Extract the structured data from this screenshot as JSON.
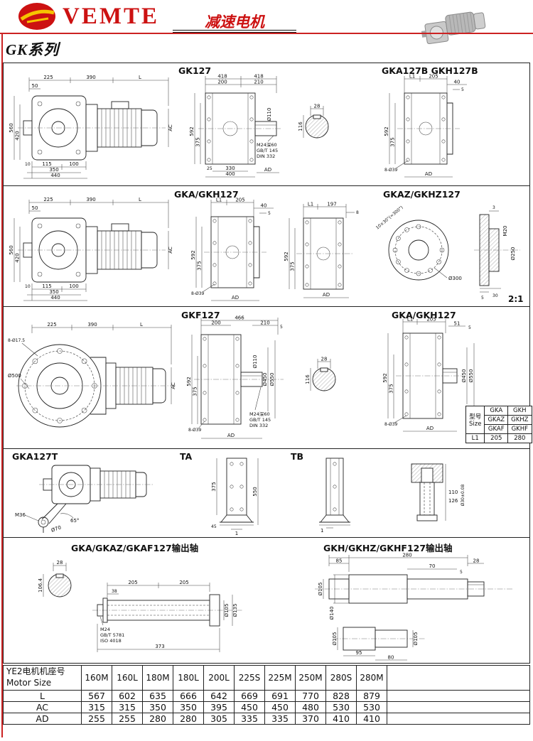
{
  "header": {
    "logo_text": "VEMTE",
    "doc_title": "减速电机",
    "series_title": "GK系列"
  },
  "row1": {
    "title_center": "GK127",
    "title_right": "GKA127B GKH127B",
    "side": {
      "dims": [
        "225",
        "390",
        "L",
        "50",
        "560",
        "420",
        "10",
        "115",
        "100",
        "350",
        "440",
        "AC"
      ]
    },
    "front": {
      "dims": [
        "418",
        "418",
        "200",
        "210",
        "Ø110",
        "592",
        "375",
        "25",
        "330",
        "400",
        "AD"
      ],
      "notes": [
        "M24深60",
        "GB/T 145",
        "DIN 332"
      ]
    },
    "section": {
      "dims": [
        "28",
        "116"
      ]
    },
    "front_b": {
      "dims": [
        "L1",
        "205",
        "40",
        "5",
        "592",
        "375",
        "8-Ø39",
        "AD"
      ]
    }
  },
  "row2": {
    "title_left": "GKA/GKH127",
    "title_right": "GKAZ/GKHZ127",
    "side": {
      "dims": [
        "225",
        "390",
        "L",
        "50",
        "560",
        "420",
        "10",
        "115",
        "100",
        "350",
        "440",
        "AC"
      ]
    },
    "front_b": {
      "dims": [
        "L1",
        "205",
        "40",
        "5",
        "592",
        "375",
        "8-Ø39",
        "AD"
      ]
    },
    "front_c": {
      "dims": [
        "L1",
        "197",
        "8",
        "592",
        "375",
        "AD"
      ]
    },
    "flange": {
      "dims": [
        "10×30°(=300°)",
        "Ø300",
        "M20",
        "Ø250",
        "3",
        "5",
        "30"
      ],
      "scale": "2:1"
    }
  },
  "row3": {
    "title_center": "GKF127",
    "title_right": "GKA/GKH127",
    "side": {
      "dims": [
        "225",
        "390",
        "L",
        "8-Ø17.5",
        "Ø500",
        "AC"
      ]
    },
    "front": {
      "dims": [
        "200",
        "466",
        "210",
        "5",
        "Ø110",
        "Ø450",
        "Ø550",
        "592",
        "375",
        "8-Ø39",
        "AD"
      ],
      "notes": [
        "M24深60",
        "GB/T 145",
        "DIN 332"
      ]
    },
    "section": {
      "dims": [
        "28",
        "116"
      ]
    },
    "front_d": {
      "dims": [
        "L1",
        "205",
        "51",
        "5",
        "592",
        "375",
        "8-Ø39",
        "AD",
        "Ø450",
        "Ø550"
      ]
    },
    "size_table": {
      "header_cn": "型号",
      "header_en": "Size",
      "model_rows": [
        [
          "GKA",
          "GKH"
        ],
        [
          "GKAZ",
          "GKHZ"
        ],
        [
          "GKAF",
          "GKHF"
        ]
      ],
      "l1_label": "L1",
      "l1_values": [
        "205",
        "280"
      ]
    }
  },
  "row4": {
    "title_left": "GKA127T",
    "title_ta": "TA",
    "title_tb": "TB",
    "gkat": {
      "dims": [
        "M36",
        "Ø70",
        "65°"
      ]
    },
    "ta": {
      "dims": [
        "375",
        "550",
        "45",
        "1"
      ]
    },
    "tb": {
      "dims": [
        "1"
      ]
    },
    "tb_detail": {
      "dims": [
        "110",
        "126",
        "Ø30±0.08"
      ]
    }
  },
  "row5": {
    "title_left": "GKA/GKAZ/GKAF127输出轴",
    "title_right": "GKH/GKHZ/GKHF127输出轴",
    "shaft_a": {
      "dims": [
        "28",
        "106.4",
        "205",
        "205",
        "38",
        "373",
        "Ø105",
        "Ø135"
      ],
      "notes": [
        "M24",
        "GB/T 5781",
        "ISO 4018"
      ]
    },
    "shaft_b": {
      "dims": [
        "85",
        "280",
        "28",
        "70",
        "5",
        "Ø105",
        "Ø140",
        "95",
        "80",
        "Ø105",
        "Ø105"
      ]
    }
  },
  "motor_table": {
    "header_line1": "YE2电机机座号",
    "header_line2": "Motor Size",
    "columns": [
      "160M",
      "160L",
      "180M",
      "180L",
      "200L",
      "225S",
      "225M",
      "250M",
      "280S",
      "280M"
    ],
    "rows": [
      {
        "label": "L",
        "values": [
          "567",
          "602",
          "635",
          "666",
          "642",
          "669",
          "691",
          "770",
          "828",
          "879"
        ]
      },
      {
        "label": "AC",
        "values": [
          "315",
          "315",
          "350",
          "350",
          "395",
          "450",
          "450",
          "480",
          "530",
          "530"
        ]
      },
      {
        "label": "AD",
        "values": [
          "255",
          "255",
          "280",
          "280",
          "305",
          "335",
          "335",
          "370",
          "410",
          "410"
        ]
      }
    ]
  }
}
